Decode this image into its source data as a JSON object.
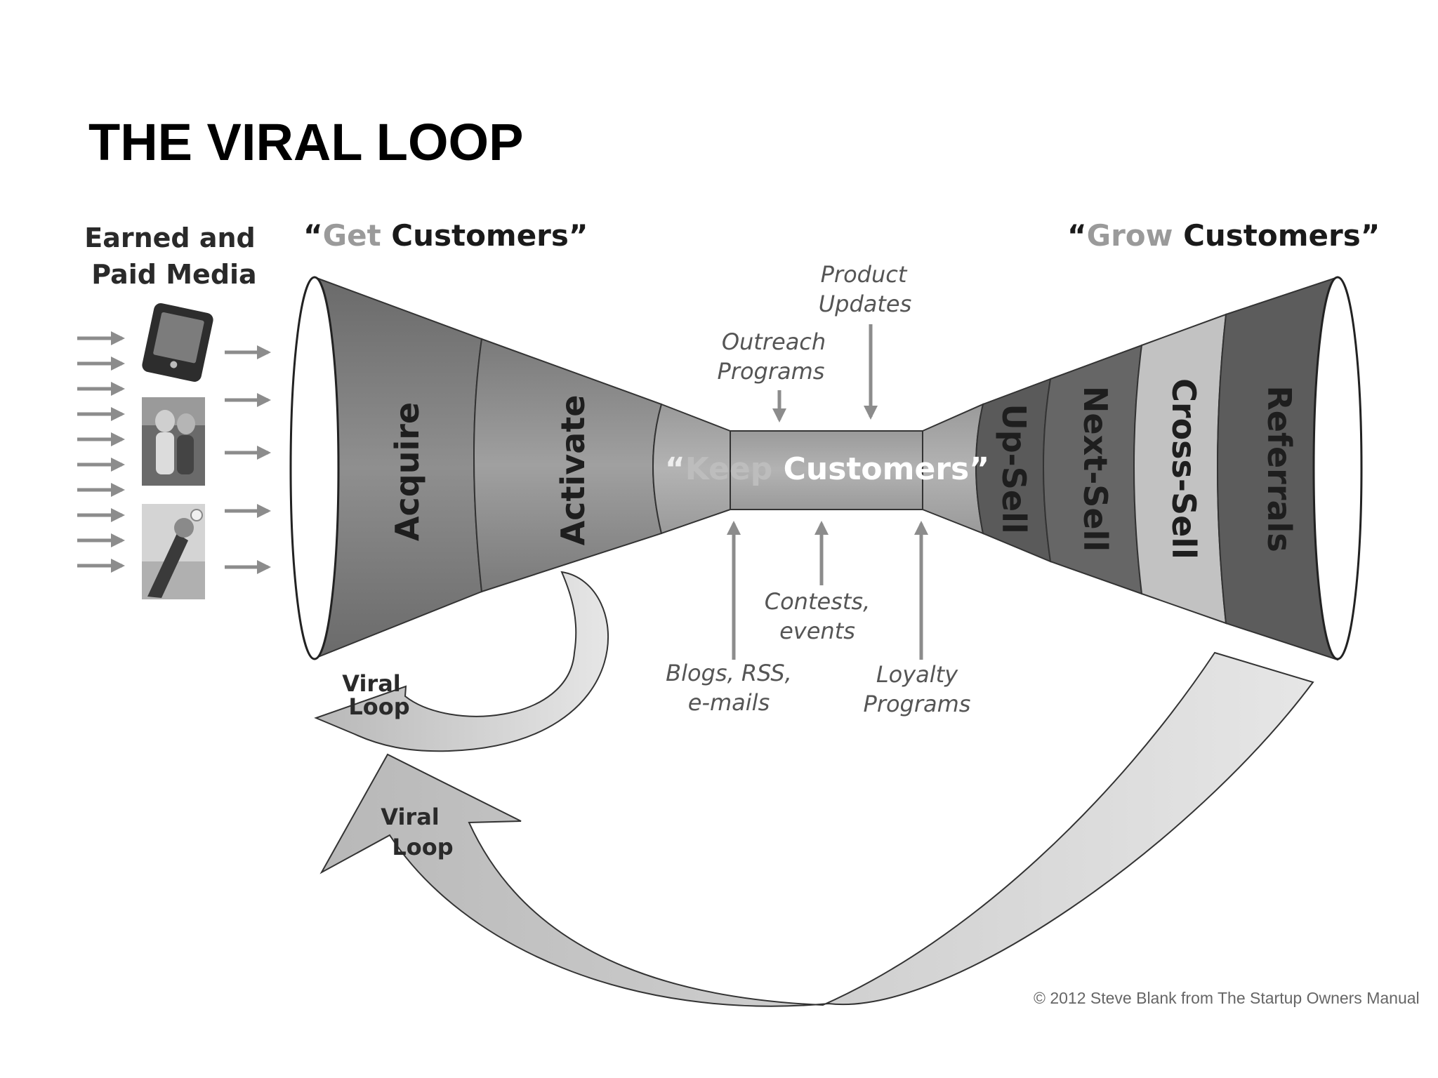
{
  "title": "THE VIRAL LOOP",
  "media": {
    "label_line1": "Earned and",
    "label_line2": "Paid Media"
  },
  "get_customers": {
    "open_quote": "“",
    "verb": "Get",
    "noun": " Customers”"
  },
  "grow_customers": {
    "open_quote": "“",
    "verb": "Grow",
    "noun": " Customers”"
  },
  "keep_customers": {
    "open_quote": "“",
    "verb": "Keep",
    "noun": " Customers”"
  },
  "funnel_stages": {
    "acquire": "Acquire",
    "activate": "Activate",
    "up_sell": "Up-Sell",
    "next_sell": "Next-Sell",
    "cross_sell": "Cross-Sell",
    "referrals": "Referrals"
  },
  "inputs_top": {
    "product_updates_1": "Product",
    "product_updates_2": "Updates",
    "outreach_1": "Outreach",
    "outreach_2": "Programs"
  },
  "inputs_bottom": {
    "blogs_1": "Blogs, RSS,",
    "blogs_2": "e-mails",
    "contests_1": "Contests,",
    "contests_2": "events",
    "loyalty_1": "Loyalty",
    "loyalty_2": "Programs"
  },
  "viral_loops": {
    "small_1": "Viral",
    "small_2": "Loop",
    "large_1": "Viral",
    "large_2": "Loop"
  },
  "copyright": "© 2012 Steve Blank from The Startup Owners Manual",
  "colors": {
    "funnel_dark": "#6e6e6e",
    "funnel_mid": "#8a8a8a",
    "funnel_light": "#a9a9a9",
    "funnel_darkest": "#555555",
    "cross_sell": "#c4c4c4",
    "arrow": "#8c8c8c"
  }
}
